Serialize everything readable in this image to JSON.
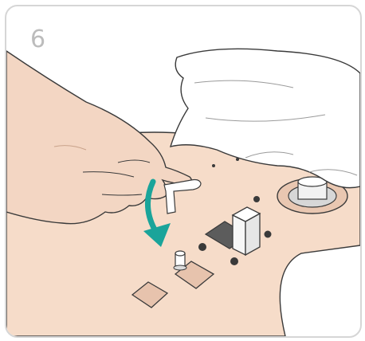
{
  "step": {
    "number": "6"
  },
  "colors": {
    "skin": "#f3d6c3",
    "skin_shade": "#e8c4ac",
    "outline": "#3a3a3a",
    "arrow": "#1aa49a",
    "fabric": "#ffffff",
    "board": "#f6dcc9"
  },
  "icons": [
    "hand-illustration",
    "curved-arrow-icon",
    "peg-connector-icon",
    "fabric-cover-illustration"
  ]
}
